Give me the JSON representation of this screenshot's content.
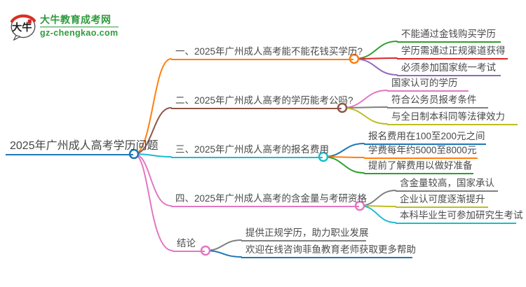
{
  "logo": {
    "icon_text": "大牛",
    "title": "大牛教育成考网",
    "url": "gz-chengkao.com",
    "brand_color": "#2f9a3d",
    "icon_accent_color": "#d93025"
  },
  "mindmap": {
    "root": {
      "label": "2025年广州成人高考学历问题",
      "color": "#1f77b4"
    },
    "branches": [
      {
        "label": "一、2025年广州成人高考能不能花钱买学历?",
        "color": "#ff7f0e",
        "children": [
          {
            "label": "不能通过金钱购买学历",
            "color": "#2ca02c"
          },
          {
            "label": "学历需通过正规渠道获得",
            "color": "#d62728"
          },
          {
            "label": "必须参加国家统一考试",
            "color": "#9467bd"
          }
        ]
      },
      {
        "label": "二、2025年广州成人高考的学历能考公吗?",
        "color": "#8c564b",
        "children": [
          {
            "label": "国家认可的学历",
            "color": "#e377c2"
          },
          {
            "label": "符合公务员报考条件",
            "color": "#7f7f7f"
          },
          {
            "label": "与全日制本科同等法律效力",
            "color": "#bcbd22"
          }
        ]
      },
      {
        "label": "三、2025年广州成人高考的报名费用",
        "color": "#17becf",
        "children": [
          {
            "label": "报名费用在100至200元之间",
            "color": "#1f77b4"
          },
          {
            "label": "学费每年约5000至8000元",
            "color": "#ff7f0e"
          },
          {
            "label": "提前了解费用以做好准备",
            "color": "#2ca02c"
          }
        ]
      },
      {
        "label": "四、2025年广州成人高考的含金量与考研资格",
        "color": "#e377c2",
        "children": [
          {
            "label": "含金量较高，国家承认",
            "color": "#7f7f7f"
          },
          {
            "label": "企业认可度逐渐提升",
            "color": "#bcbd22"
          },
          {
            "label": "本科毕业生可参加研究生考试",
            "color": "#17becf"
          }
        ]
      },
      {
        "label": "结论",
        "color": "#e377c2",
        "children": [
          {
            "label": "提供正规学历，助力职业发展",
            "color": "#7f7f7f"
          },
          {
            "label": "欢迎在线咨询菲鱼教育老师获取更多帮助",
            "color": "#1f77b4"
          }
        ]
      }
    ]
  }
}
